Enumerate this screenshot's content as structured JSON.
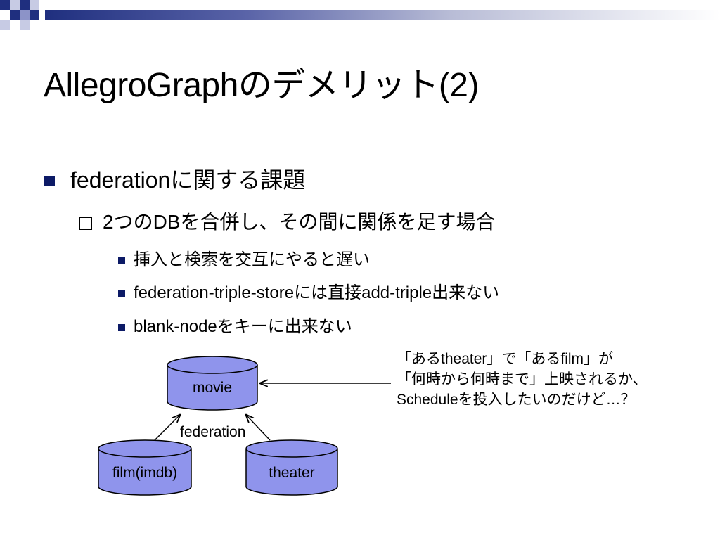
{
  "slide": {
    "title": "AllegroGraphのデメリット(2)",
    "bullets": {
      "level1": "federationに関する課題",
      "level2": "2つのDBを合併し、その間に関係を足す場合",
      "level3": [
        "挿入と検索を交互にやると遅い",
        "federation-triple-storeには直接add-triple出来ない",
        "blank-nodeをキーに出来ない"
      ]
    }
  },
  "diagram": {
    "databases": {
      "movie": "movie",
      "film": "film(imdb)",
      "theater": "theater"
    },
    "federation_label": "federation",
    "callout": [
      "「あるtheater」で「あるfilm」が",
      "「何時から何時まで」上映されるか、",
      "Scheduleを投入したいのだけど…？"
    ]
  },
  "colors": {
    "bullet_blue": "#0c1a66",
    "cylinder_fill": "#8f94ec",
    "cylinder_stroke": "#000000",
    "band_dark": "#1f2f7f"
  }
}
